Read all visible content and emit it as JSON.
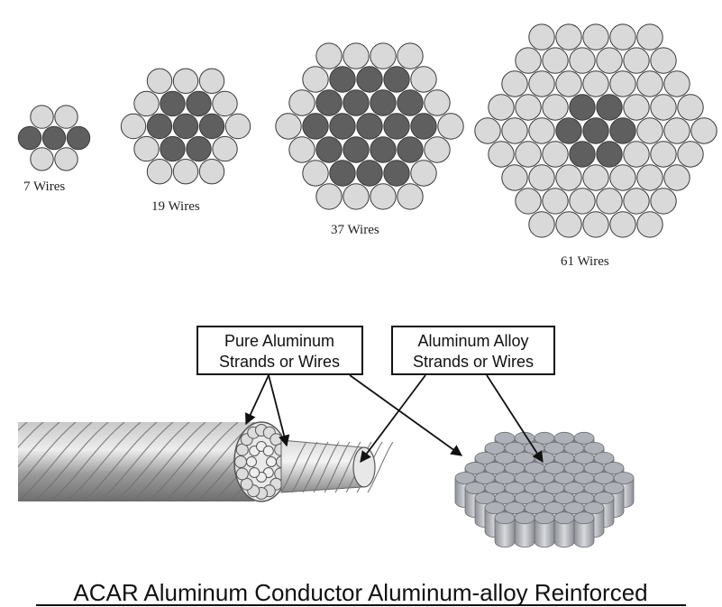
{
  "diagram": {
    "strand_configs": [
      {
        "label": "7 Wires"
      },
      {
        "label": "19 Wires"
      },
      {
        "label": "37 Wires"
      },
      {
        "label": "61 Wires"
      }
    ],
    "callouts": {
      "pure": {
        "line1": "Pure Aluminum",
        "line2": "Strands or Wires"
      },
      "alloy": {
        "line1": "Aluminum Alloy",
        "line2": "Strands or Wires"
      }
    },
    "title": "ACAR Aluminum Conductor Aluminum-alloy Reinforced"
  },
  "colors": {
    "light_strand": "#d9d9d9",
    "dark_strand": "#5f5f5f",
    "strand_outline": "#3a3a3a",
    "cable_metal": "#a9a9a9",
    "alloy_metal": "#aeb2b8"
  }
}
